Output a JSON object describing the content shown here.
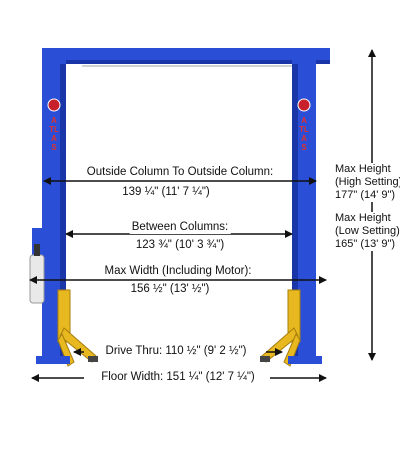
{
  "brand": {
    "column_text": "ATLAS",
    "colors": {
      "column_blue": "#2a4fd6",
      "column_dark": "#1a35a8",
      "arm_yellow": "#e8b820",
      "arm_dark": "#a67e0c",
      "arrow": "#111111"
    }
  },
  "dimensions": {
    "outside_columns": {
      "label": "Outside Column To Outside Column:",
      "value": "139 ¼\" (11' 7 ¼\")"
    },
    "between_columns": {
      "label": "Between Columns:",
      "value": "123 ¾\" (10' 3 ¾\")"
    },
    "max_width": {
      "label": "Max Width (Including Motor):",
      "value": "156 ½\" (13' ½\")"
    },
    "drive_thru": {
      "text": "Drive Thru: 110 ½\" (9' 2 ½\")"
    },
    "floor_width": {
      "text": "Floor Width: 151 ¼\" (12' 7 ¼\")"
    },
    "max_height_high": {
      "line1": "Max Height",
      "line2": "(High Setting)",
      "value": "177\" (14' 9\")"
    },
    "max_height_low": {
      "line1": "Max Height",
      "line2": "(Low Setting)",
      "value": "165\" (13' 9\")"
    }
  }
}
